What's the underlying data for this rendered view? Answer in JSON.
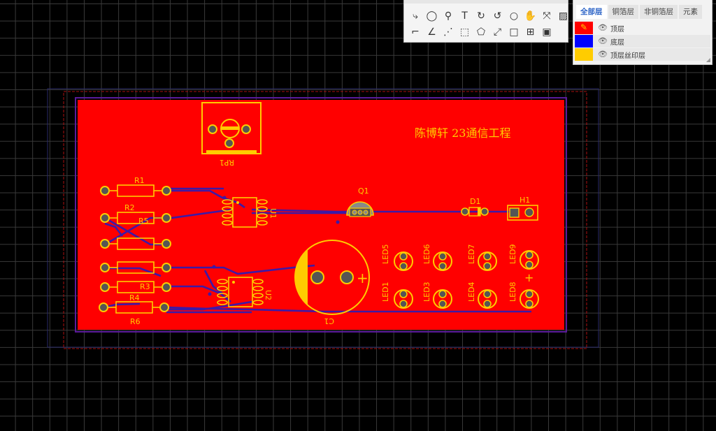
{
  "board": {
    "author_text": "陈博轩   23通信工程",
    "components": {
      "rp1": "RP1",
      "r1": "R1",
      "r2": "R2",
      "r5": "R5",
      "r3": "R3",
      "r4": "R4",
      "r6": "R6",
      "u1": "U1",
      "u2": "U2",
      "q1": "Q1",
      "d1": "D1",
      "h1": "H1",
      "c1": "C1",
      "led5": "LED5",
      "led6": "LED6",
      "led7": "LED7",
      "led9": "LED9",
      "led1": "LED1",
      "led3": "LED3",
      "led4": "LED4",
      "led8": "LED8",
      "plus_c1": "+",
      "plus_led9": "+"
    }
  },
  "toolbar": {
    "tools_row1": [
      {
        "icon": "wire-icon",
        "glyph": "⤷"
      },
      {
        "icon": "via-icon",
        "glyph": "◯"
      },
      {
        "icon": "probe-icon",
        "glyph": "⚲"
      },
      {
        "icon": "text-tool-icon",
        "glyph": "T"
      },
      {
        "icon": "arc-cw-icon",
        "glyph": "↻"
      },
      {
        "icon": "arc-ccw-icon",
        "glyph": "↺"
      },
      {
        "icon": "circle-tool-icon",
        "glyph": "○"
      },
      {
        "icon": "pan-hand-icon",
        "glyph": "✋"
      },
      {
        "icon": "select-tool-icon",
        "glyph": "⤧"
      },
      {
        "icon": "image-tool-icon",
        "glyph": "▨"
      }
    ],
    "tools_row2": [
      {
        "icon": "corner-line-icon",
        "glyph": "⌐"
      },
      {
        "icon": "angle-icon",
        "glyph": "∠"
      },
      {
        "icon": "dotted-line-icon",
        "glyph": "⋰"
      },
      {
        "icon": "dotted-rect-icon",
        "glyph": "⬚"
      },
      {
        "icon": "polygon-icon",
        "glyph": "⬠"
      },
      {
        "icon": "measure-icon",
        "glyph": "⤢"
      },
      {
        "icon": "rect-tool-icon",
        "glyph": "□"
      },
      {
        "icon": "component-icon",
        "glyph": "⊞"
      },
      {
        "icon": "board-icon",
        "glyph": "▣"
      }
    ]
  },
  "layers": {
    "tabs": [
      "全部层",
      "铜箔层",
      "非铜箔层",
      "元素"
    ],
    "items": [
      {
        "name": "顶层",
        "color": "#ff0000",
        "edit_icon": "✎"
      },
      {
        "name": "底层",
        "color": "#0000ff"
      },
      {
        "name": "顶层丝印层",
        "color": "#ffcc00"
      }
    ]
  },
  "colors": {
    "copper_top": "#ff0000",
    "silkscreen": "#ffcc00",
    "trace_bottom": "#3b1aa8",
    "outline": "#cc2222"
  }
}
